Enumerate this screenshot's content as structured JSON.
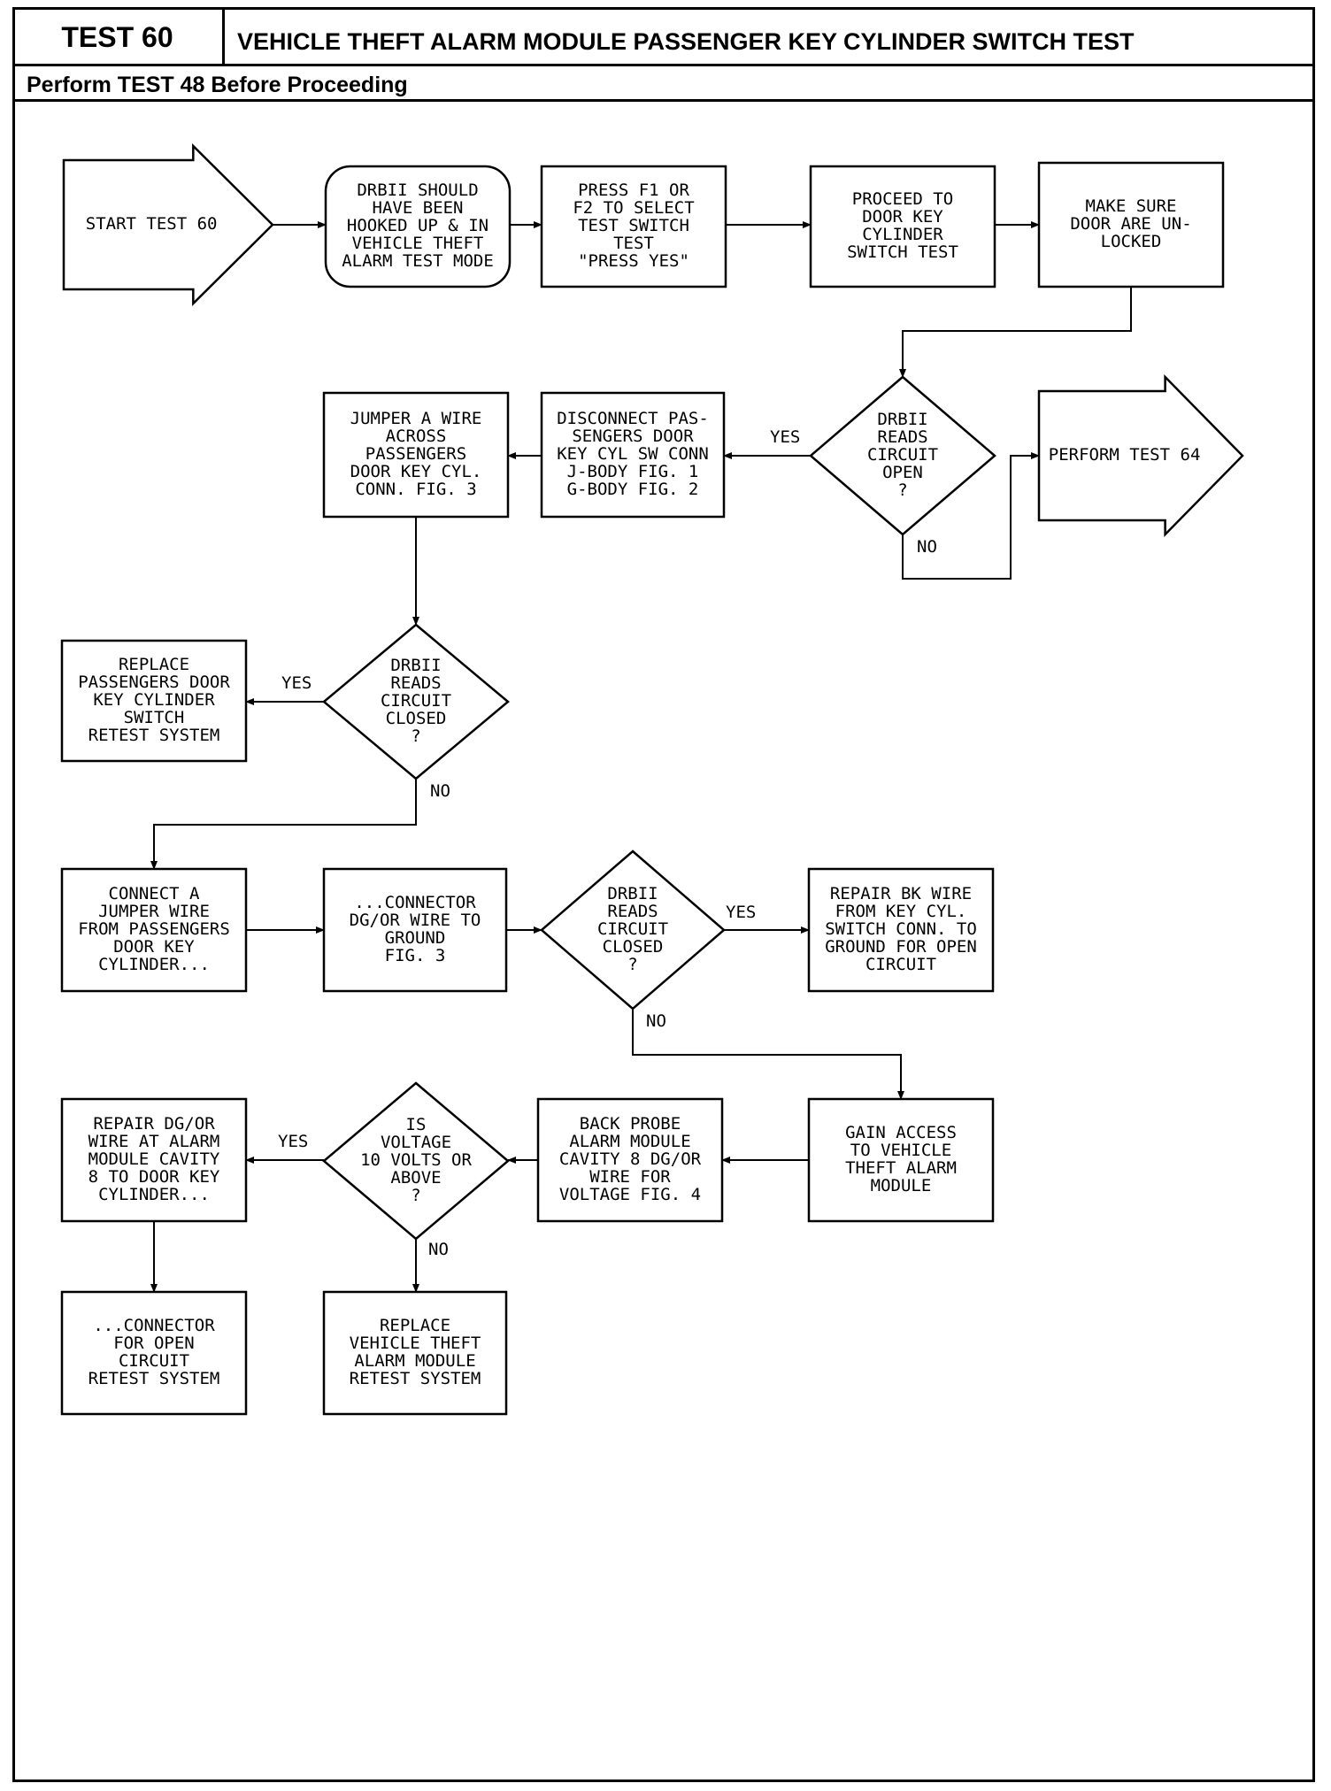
{
  "header": {
    "test_label": "TEST 60",
    "title": "VEHICLE THEFT ALARM MODULE PASSENGER KEY CYLINDER SWITCH TEST",
    "subtitle": "Perform TEST 48 Before Proceeding"
  },
  "nodes": {
    "start": [
      "START TEST 60"
    ],
    "drb_hooked": [
      "DRBII SHOULD",
      "HAVE BEEN",
      "HOOKED UP & IN",
      "VEHICLE THEFT",
      "ALARM TEST MODE"
    ],
    "press_f1": [
      "PRESS F1 OR",
      "F2 TO SELECT",
      "TEST SWITCH",
      "TEST",
      "\"PRESS YES\""
    ],
    "proceed": [
      "PROCEED TO",
      "DOOR KEY",
      "CYLINDER",
      "SWITCH TEST"
    ],
    "make_sure": [
      "MAKE SURE",
      "DOOR ARE UN-",
      "LOCKED"
    ],
    "dec_open": [
      "DRBII",
      "READS",
      "CIRCUIT",
      "OPEN",
      "?"
    ],
    "perform64": [
      "PERFORM TEST 64"
    ],
    "disconnect": [
      "DISCONNECT PAS-",
      "SENGERS DOOR",
      "KEY CYL SW CONN",
      "J-BODY FIG. 1",
      "G-BODY FIG. 2"
    ],
    "jumper_across": [
      "JUMPER A WIRE",
      "ACROSS",
      "PASSENGERS",
      "DOOR KEY CYL.",
      "CONN. FIG. 3"
    ],
    "dec_closed1": [
      "DRBII",
      "READS",
      "CIRCUIT",
      "CLOSED",
      "?"
    ],
    "replace_switch": [
      "REPLACE",
      "PASSENGERS DOOR",
      "KEY CYLINDER",
      "SWITCH",
      "RETEST SYSTEM"
    ],
    "connect_jumper": [
      "CONNECT A",
      "JUMPER WIRE",
      "FROM PASSENGERS",
      "DOOR KEY",
      "CYLINDER..."
    ],
    "connector_dg": [
      "...CONNECTOR",
      "DG/OR WIRE TO",
      "GROUND",
      "FIG. 3"
    ],
    "dec_closed2": [
      "DRBII",
      "READS",
      "CIRCUIT",
      "CLOSED",
      "?"
    ],
    "repair_bk": [
      "REPAIR BK WIRE",
      "FROM KEY CYL.",
      "SWITCH CONN. TO",
      "GROUND FOR OPEN",
      "CIRCUIT"
    ],
    "gain_access": [
      "GAIN ACCESS",
      "TO VEHICLE",
      "THEFT ALARM",
      "MODULE"
    ],
    "back_probe": [
      "BACK PROBE",
      "ALARM MODULE",
      "CAVITY 8 DG/OR",
      "WIRE FOR",
      "VOLTAGE FIG. 4"
    ],
    "dec_voltage": [
      "IS",
      "VOLTAGE",
      "10 VOLTS OR",
      "ABOVE",
      "?"
    ],
    "repair_dg": [
      "REPAIR DG/OR",
      "WIRE AT ALARM",
      "MODULE CAVITY",
      "8 TO DOOR KEY",
      "CYLINDER..."
    ],
    "connector_open": [
      "...CONNECTOR",
      "FOR OPEN",
      "CIRCUIT",
      "RETEST SYSTEM"
    ],
    "replace_module": [
      "REPLACE",
      "VEHICLE THEFT",
      "ALARM MODULE",
      "RETEST SYSTEM"
    ]
  },
  "edge_labels": {
    "yes": "YES",
    "no": "NO"
  }
}
